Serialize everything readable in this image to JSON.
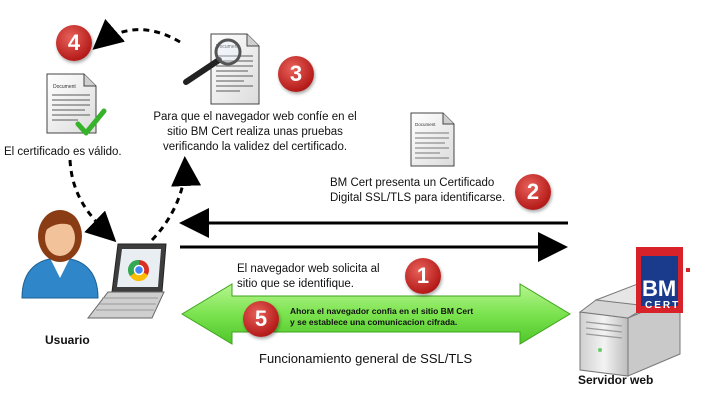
{
  "steps": {
    "s1": {
      "number": "1",
      "text": "El navegador web solicita al\nsitio que se identifique."
    },
    "s2": {
      "number": "2",
      "text": "BM Cert presenta un Certificado\nDigital SSL/TLS para identificarse."
    },
    "s3": {
      "number": "3",
      "text": "Para que el navegador web confíe en el\nsitio BM Cert realiza unas pruebas\nverificando la validez del certificado."
    },
    "s4": {
      "number": "4",
      "text": "El certificado es válido."
    },
    "s5": {
      "number": "5",
      "text": "Ahora el navegador confia en el sitio BM Cert\ny se establece una comunicacion cifrada."
    }
  },
  "labels": {
    "user": "Usuario",
    "server": "Servidor web",
    "title": "Funcionamiento general de SSL/TLS"
  },
  "document": {
    "header": "Document"
  },
  "logo": {
    "top": "BM",
    "bottom": "CERT"
  },
  "icons": [
    "user-icon",
    "laptop-icon",
    "browser-icon",
    "document-icon",
    "magnifier-icon",
    "checkmark-icon",
    "server-icon",
    "logo-icon"
  ],
  "colors": {
    "step_badge": "#c0201d",
    "green_arrow": "#7be34f",
    "arrow": "#000000",
    "logo_red": "#d8222a",
    "logo_blue": "#1a3b8c"
  }
}
